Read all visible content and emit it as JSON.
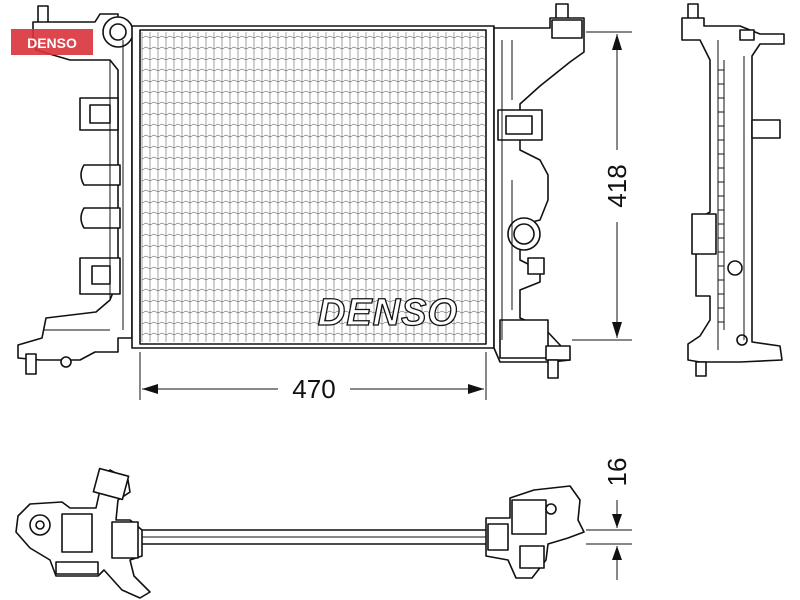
{
  "logo": {
    "text": "DENSO",
    "color": "#d9323a"
  },
  "core_brand": "DENSO",
  "dimensions": {
    "width": "470",
    "height": "418",
    "thickness": "16"
  },
  "colors": {
    "line": "#111111",
    "background": "#ffffff"
  }
}
